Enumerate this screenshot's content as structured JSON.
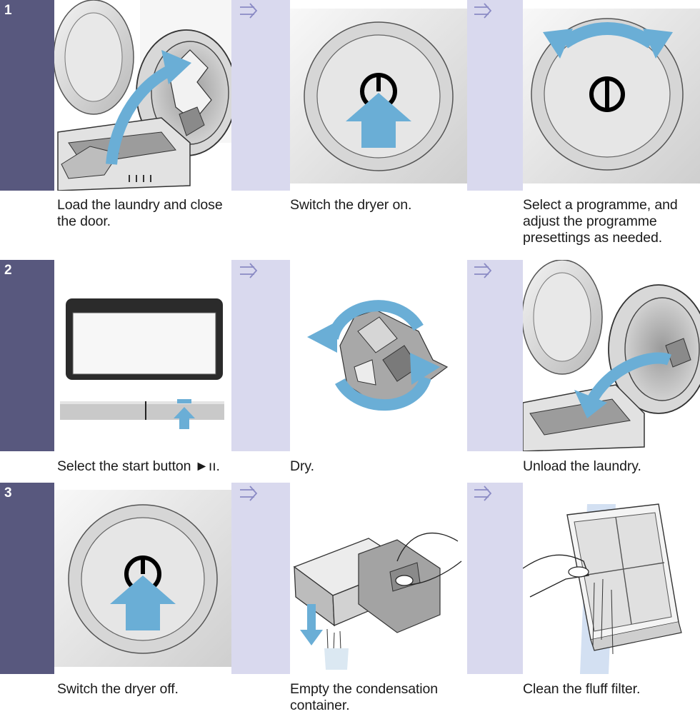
{
  "steps": [
    {
      "number": "1",
      "captions": [
        "Load the laundry and close\nthe door.",
        "Switch the dryer on.",
        "Select a programme, and\nadjust the programme\npresettings as needed."
      ]
    },
    {
      "number": "2",
      "captions": [
        "Select the start button ►ıı.",
        "Dry.",
        "Unload the laundry."
      ]
    },
    {
      "number": "3",
      "captions": [
        "Switch the dryer off.",
        "Empty the condensation\ncontainer.",
        "Clean the fluff filter."
      ]
    }
  ],
  "icons": {
    "next": "double-right-arrow-icon",
    "power": "power-icon",
    "start_pause": "start-pause-icon"
  },
  "colors": {
    "band": "#d9d9ee",
    "number_block": "#58587e",
    "accent_blue": "#6aaed6",
    "next_arrow": "#8a8ac4"
  }
}
